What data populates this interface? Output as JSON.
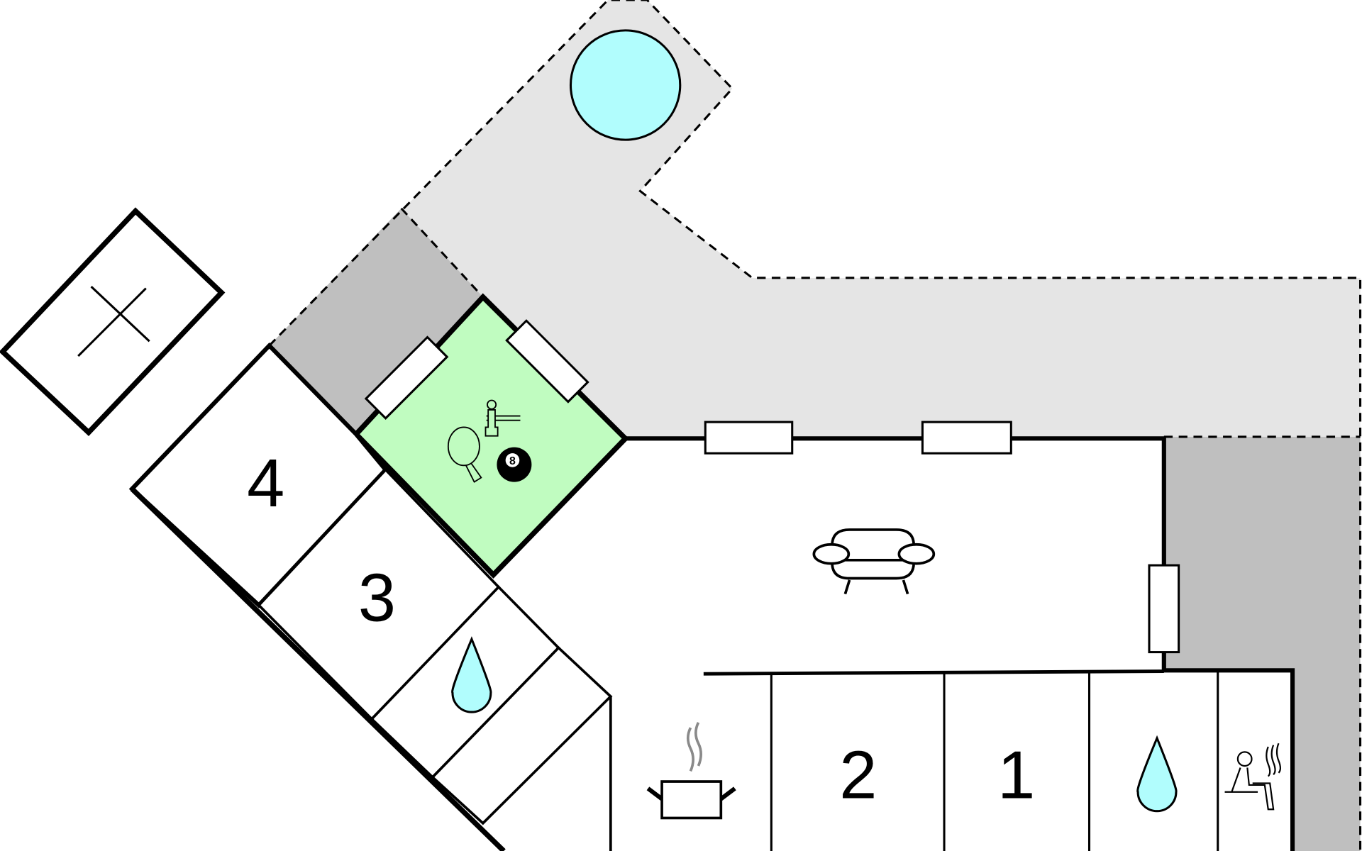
{
  "floorplan": {
    "colors": {
      "outdoor_light": "#e5e5e5",
      "outdoor_dark": "#bfbfbf",
      "game_room": "#c0fcc0",
      "water": "#b1fdfd",
      "wall": "#000000",
      "steam": "#8a8a8a"
    },
    "rooms": [
      {
        "id": "bedroom-4",
        "label": "4"
      },
      {
        "id": "bedroom-3",
        "label": "3"
      },
      {
        "id": "bedroom-2",
        "label": "2"
      },
      {
        "id": "bedroom-1",
        "label": "1"
      }
    ],
    "icons": [
      "pool-icon",
      "trampoline-icon",
      "foosball-icon",
      "table-tennis-icon",
      "billiard-ball-icon",
      "sofa-icon",
      "bathroom-drop-icon",
      "kitchen-pot-icon",
      "sauna-icon"
    ],
    "billiard_label": "8"
  }
}
